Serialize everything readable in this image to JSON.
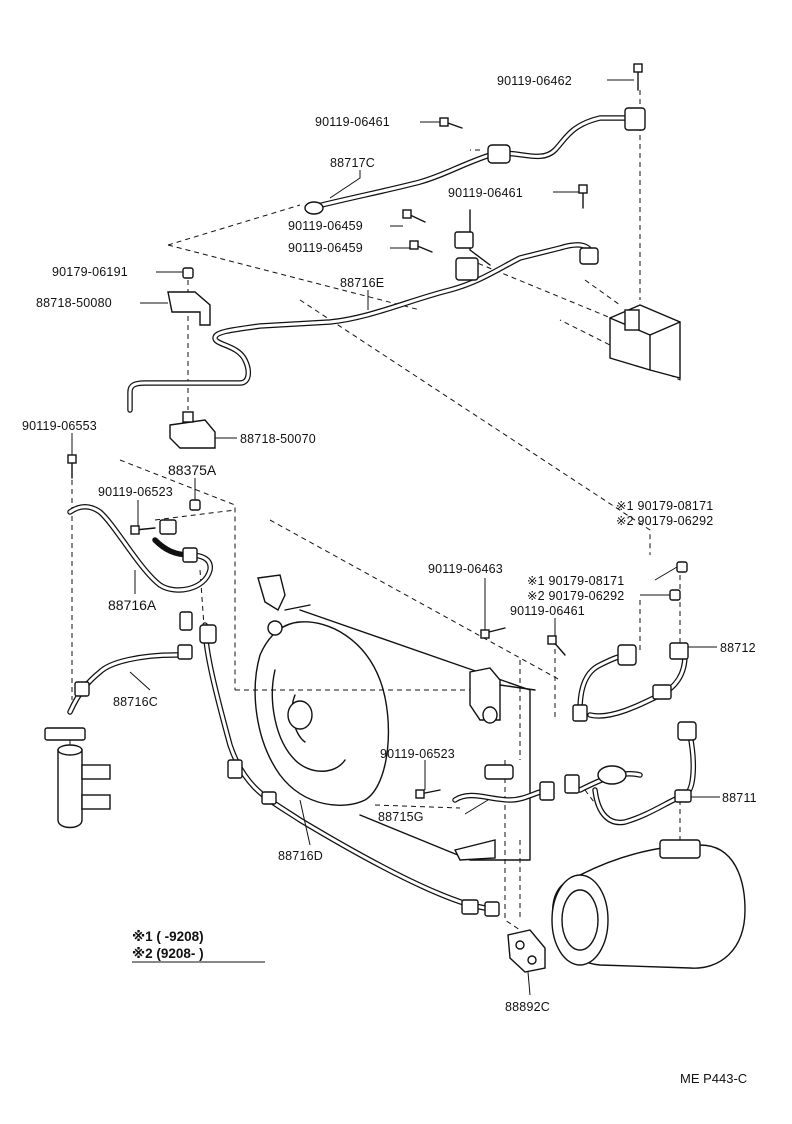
{
  "callouts": {
    "bolt_top_right": "90119-06462",
    "bolt_top_left": "90119-06461",
    "hose_88717C": "88717C",
    "bolt_mid_upper": "90119-06461",
    "bolt_06459_a": "90119-06459",
    "bolt_06459_b": "90119-06459",
    "nut_06191": "90179-06191",
    "bracket_50080": "88718-50080",
    "pipe_88716E": "88716E",
    "bolt_06553": "90119-06553",
    "bracket_50070": "88718-50070",
    "pressure_switch": "88375A",
    "bolt_06523_a": "90119-06523",
    "pipe_88716A": "88716A",
    "pipe_88716C": "88716C",
    "note1_a": "※1 90179-08171",
    "note2_a": "※2 90179-06292",
    "bolt_06463": "90119-06463",
    "note1_b": "※1 90179-08171",
    "note2_b": "※2 90179-06292",
    "bolt_06461_low": "90119-06461",
    "hose_88712": "88712",
    "bolt_06523_b": "90119-06523",
    "pipe_88715G": "88715G",
    "hose_88711": "88711",
    "pipe_88716D": "88716D",
    "plate_88892C": "88892C"
  },
  "legend": {
    "row1": "※1 (       -9208)",
    "row2": "※2 (9208-        )"
  },
  "diagram_code": "ME P443-C"
}
